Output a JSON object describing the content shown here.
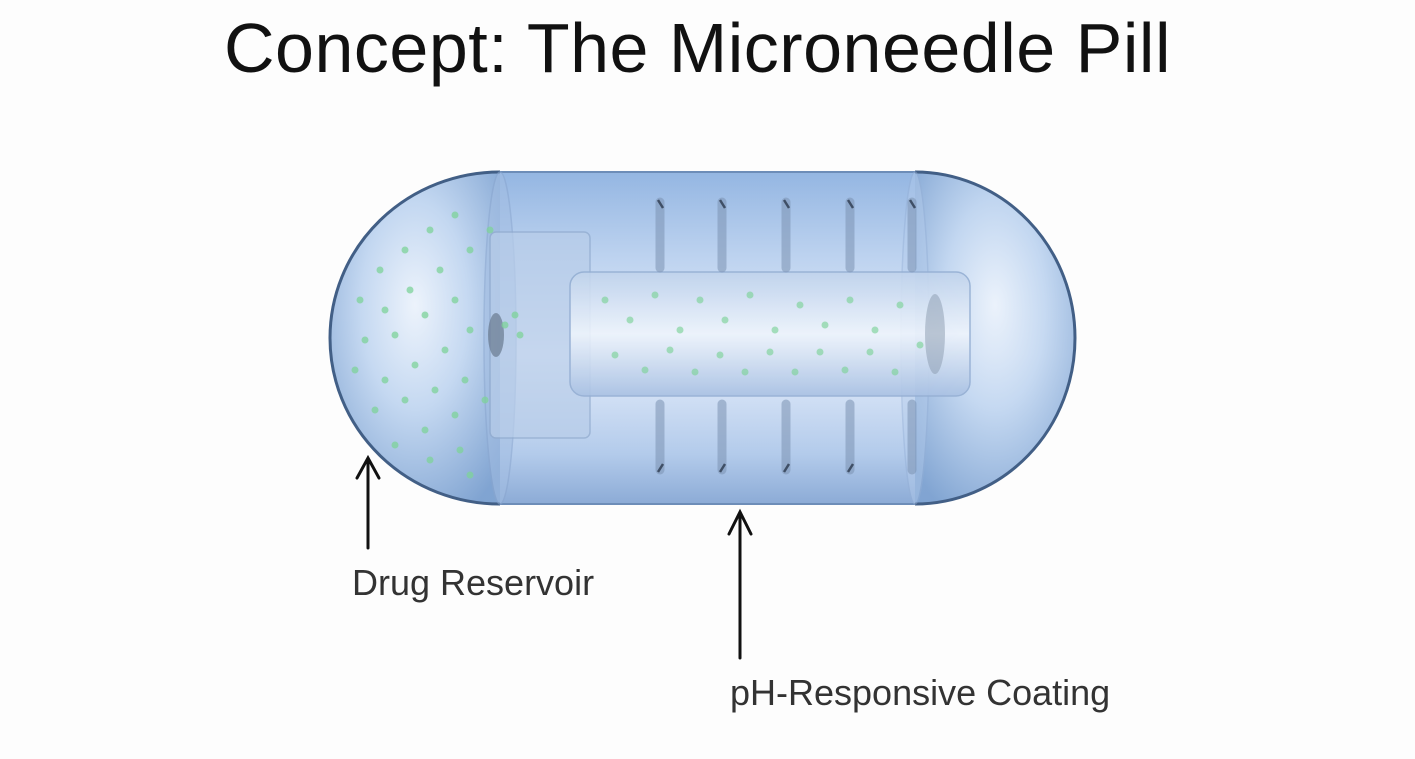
{
  "slide": {
    "title": "Concept: The Microneedle Pill"
  },
  "labels": {
    "reservoir": "Drug Reservoir",
    "coating": "pH-Responsive Coating"
  },
  "colors": {
    "capsule_fill": "#a9c5ea",
    "capsule_edge": "#5f7fa8",
    "drug_particles": "#7ed39a",
    "text": "#333333",
    "title_text": "#111111"
  }
}
